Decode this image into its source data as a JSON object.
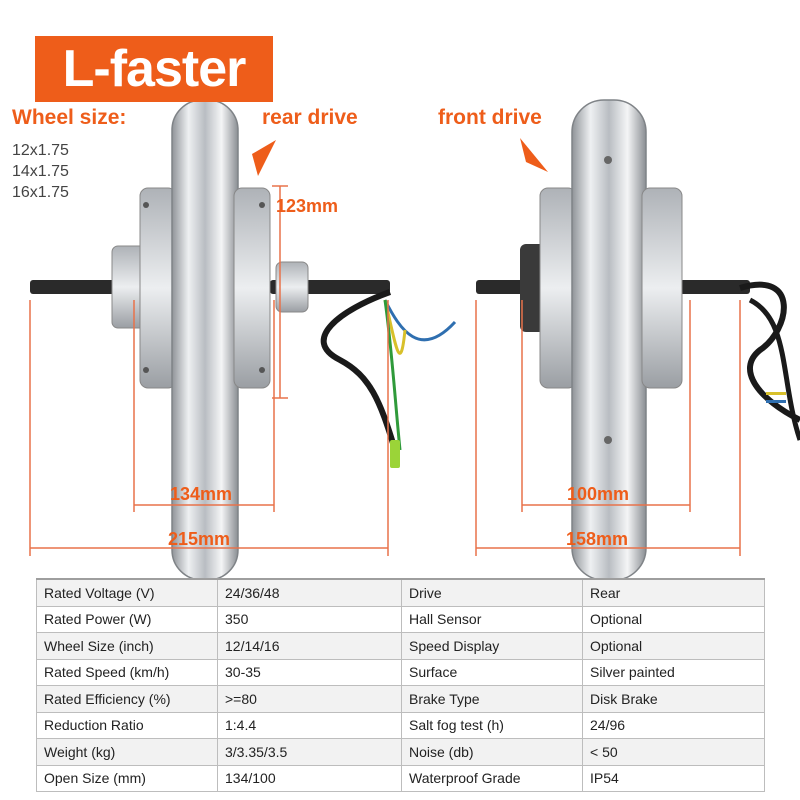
{
  "brand": {
    "name": "L-faster"
  },
  "wheel_size": {
    "label": "Wheel size:",
    "options": [
      "12x1.75",
      "14x1.75",
      "16x1.75"
    ]
  },
  "labels": {
    "rear_drive": "rear drive",
    "front_drive": "front drive"
  },
  "dimensions": {
    "rear_height": "123mm",
    "rear_inner": "134mm",
    "rear_total": "215mm",
    "front_inner": "100mm",
    "front_total": "158mm"
  },
  "colors": {
    "accent": "#ee5d1a",
    "dimension_line": "#e8724a",
    "metal": "#c9ccd1"
  },
  "specs": [
    [
      "Rated Voltage (V)",
      "24/36/48",
      "Drive",
      "Rear"
    ],
    [
      "Rated Power (W)",
      "350",
      "Hall Sensor",
      "Optional"
    ],
    [
      "Wheel Size (inch)",
      "12/14/16",
      "Speed Display",
      "Optional"
    ],
    [
      "Rated Speed (km/h)",
      "30-35",
      "Surface",
      "Silver painted"
    ],
    [
      "Rated Efficiency (%)",
      ">=80",
      "Brake Type",
      "Disk Brake"
    ],
    [
      "Reduction Ratio",
      "1:4.4",
      "Salt fog test (h)",
      "24/96"
    ],
    [
      "Weight (kg)",
      "3/3.35/3.5",
      "Noise (db)",
      "< 50"
    ],
    [
      "Open Size (mm)",
      "134/100",
      "Waterproof Grade",
      "IP54"
    ]
  ]
}
